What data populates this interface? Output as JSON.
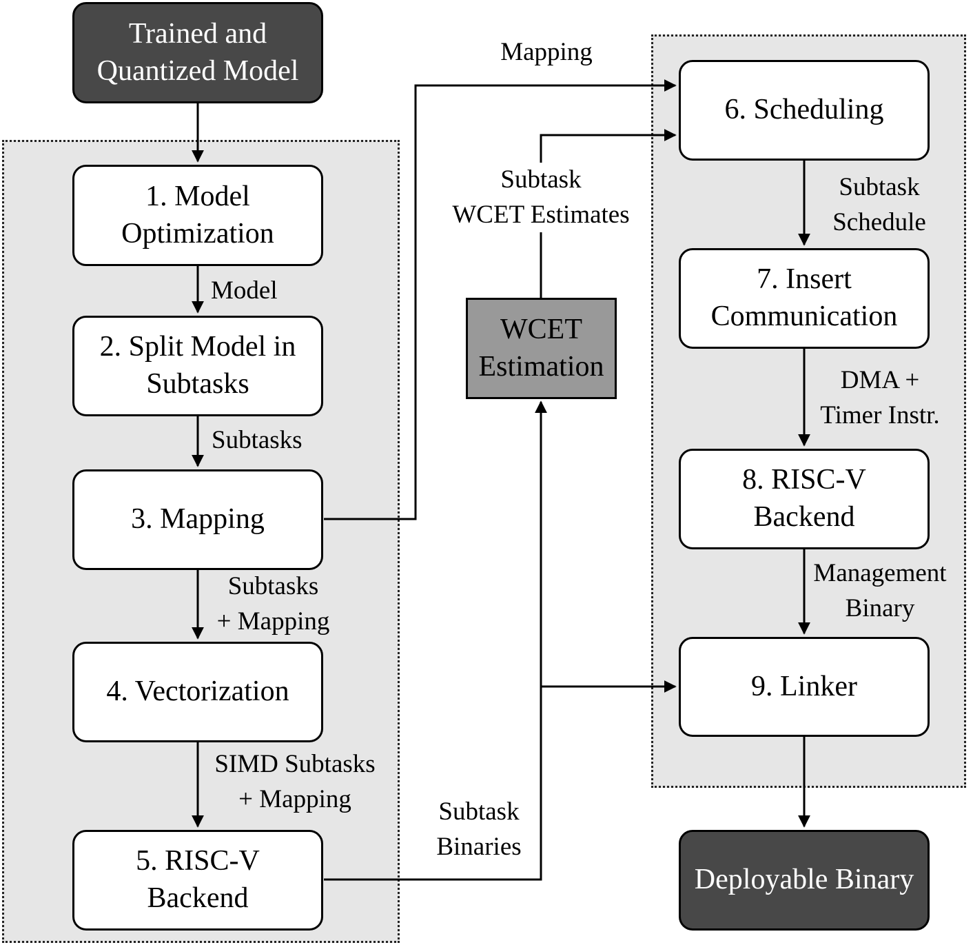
{
  "nodes": {
    "input": [
      "Trained and",
      "Quantized Model"
    ],
    "step1": [
      "1. Model",
      "Optimization"
    ],
    "step2": [
      "2. Split Model in",
      "Subtasks"
    ],
    "step3": [
      "3. Mapping"
    ],
    "step4": [
      "4. Vectorization"
    ],
    "step5": [
      "5. RISC-V",
      "Backend"
    ],
    "wcet": [
      "WCET",
      "Estimation"
    ],
    "step6": [
      "6. Scheduling"
    ],
    "step7": [
      "7. Insert",
      "Communication"
    ],
    "step8": [
      "8. RISC-V",
      "Backend"
    ],
    "step9": [
      "9. Linker"
    ],
    "output": [
      "Deployable Binary"
    ]
  },
  "edges": {
    "model": [
      "Model"
    ],
    "subtasks": [
      "Subtasks"
    ],
    "subtasks_mapping": [
      "Subtasks",
      "+ Mapping"
    ],
    "simd": [
      "SIMD Subtasks",
      "+ Mapping"
    ],
    "mapping": [
      "Mapping"
    ],
    "wcet_estimates": [
      "Subtask",
      "WCET Estimates"
    ],
    "subtask_binaries": [
      "Subtask",
      "Binaries"
    ],
    "schedule": [
      "Subtask",
      "Schedule"
    ],
    "dma": [
      "DMA +",
      "Timer Instr."
    ],
    "management": [
      "Management",
      "Binary"
    ]
  },
  "colors": {
    "dark_box": "#484848",
    "wcet_box": "#999999",
    "group_bg": "#e6e6e6"
  }
}
